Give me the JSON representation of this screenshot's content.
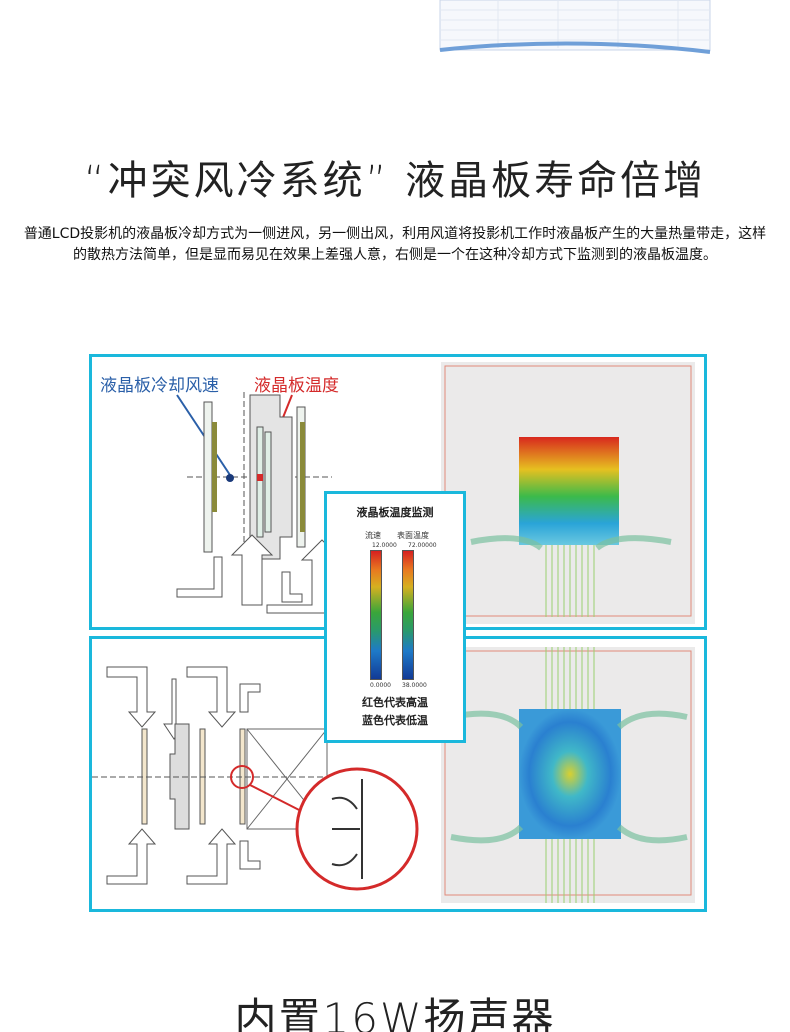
{
  "heading": "“冲突风冷系统” 液晶板寿命倍增",
  "description": "普通LCD投影机的液晶板冷却方式为一侧进风，另一侧出风，利用风道将投影机工作时液晶板产生的大量热量带走，这样的散热方法简单，但是显而易见在效果上差强人意，右侧是一个在这种冷却方式下监测到的液晶板温度。",
  "diagram": {
    "label_speed": "液晶板冷却风速",
    "label_temp": "液晶板温度"
  },
  "legend": {
    "title": "液晶板温度监测",
    "col_speed": "流速",
    "col_temp": "表面温度",
    "speed_max": "12.0000",
    "speed_min": "0.0000",
    "temp_max": "72.00000",
    "temp_min": "38.0000",
    "note_red": "红色代表高温",
    "note_blue": "蓝色代表低温"
  },
  "next_heading": "内置16W扬声器",
  "colors": {
    "accent": "#1ab8dc",
    "speed_label": "#2a5fa8",
    "temp_label": "#d42a2a"
  }
}
